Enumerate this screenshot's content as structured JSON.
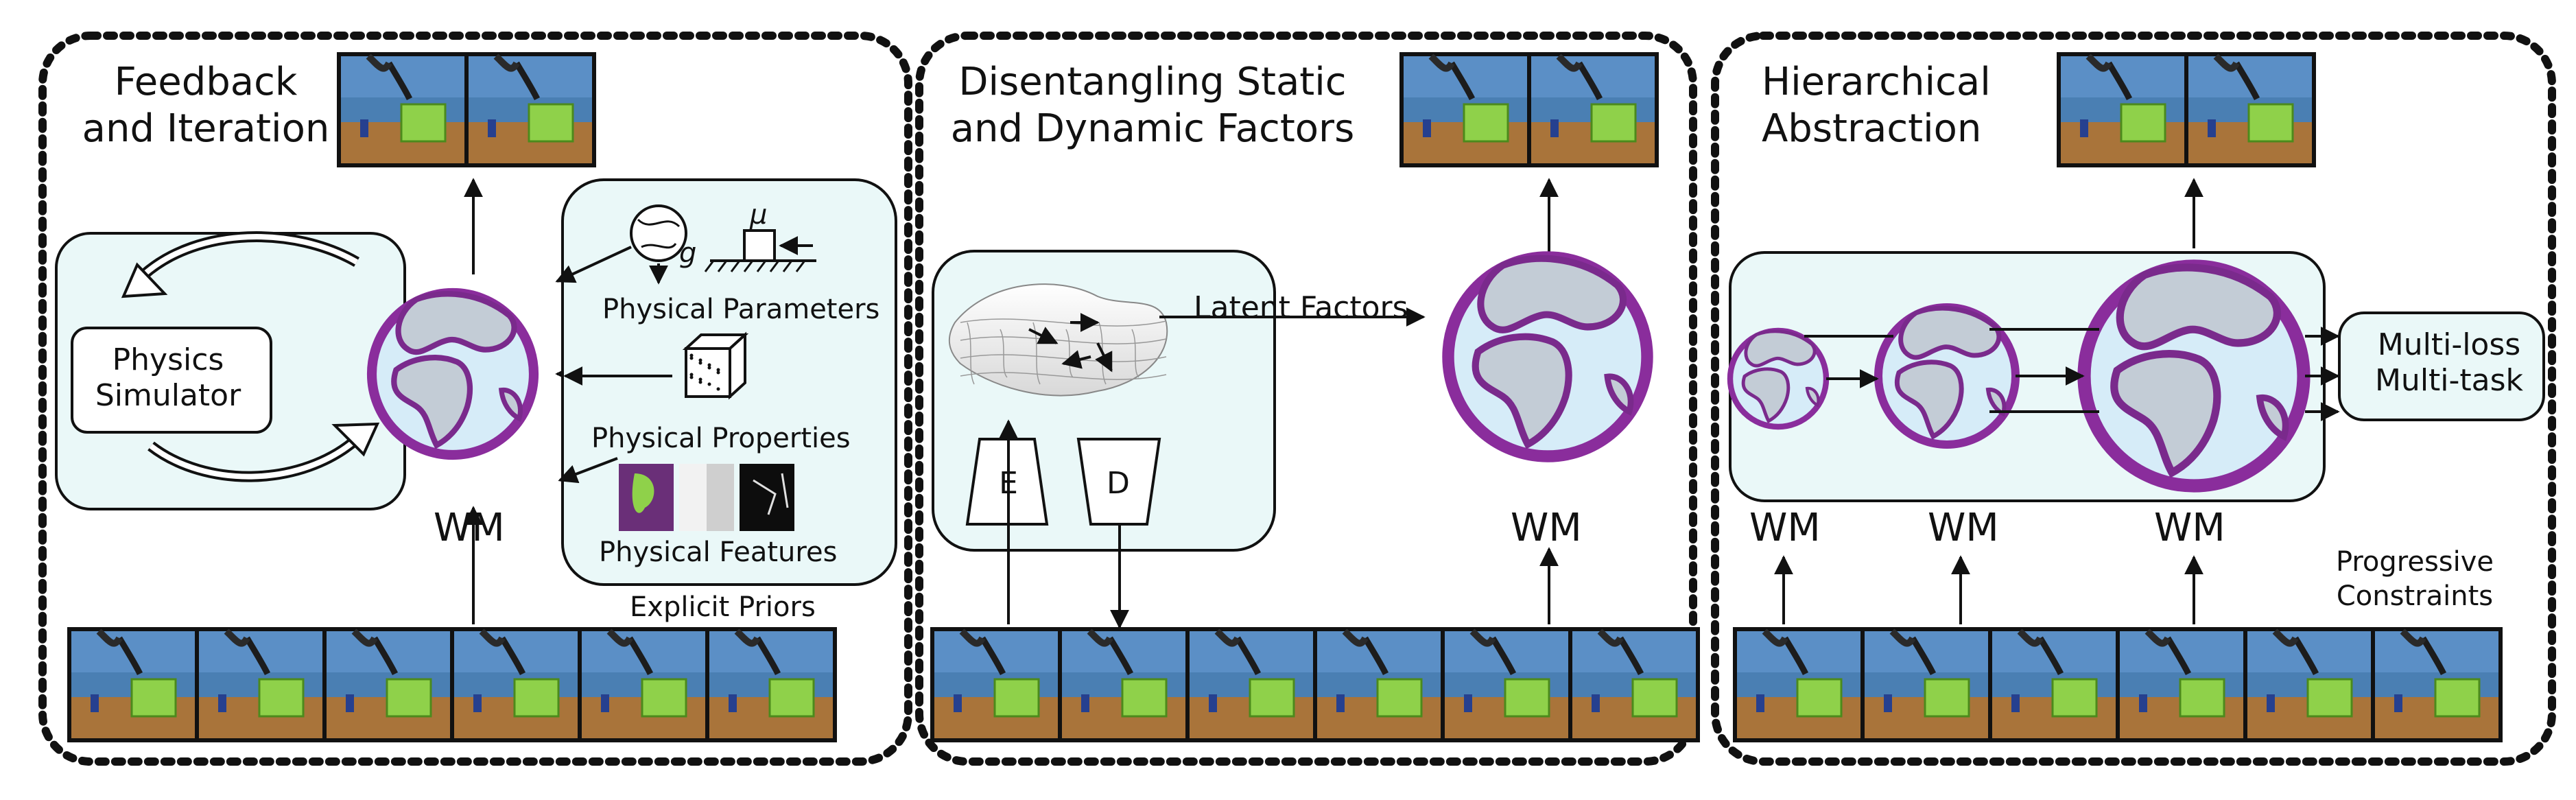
{
  "panels": [
    {
      "title_lines": [
        "Feedback",
        "and Iteration"
      ],
      "simulator_lines": [
        "Physics",
        "Simulator"
      ],
      "wm_label": "WM",
      "priors": {
        "parameters_label": "Physical Parameters",
        "parameters_symbols": [
          "g",
          "μ"
        ],
        "properties_label": "Physical Properties",
        "features_label": "Physical Features",
        "box_label": "Explicit Priors"
      }
    },
    {
      "title_lines": [
        "Disentangling Static",
        "and Dynamic Factors"
      ],
      "latent_label": "Latent Factors",
      "encoder_label": "E",
      "decoder_label": "D",
      "wm_label": "WM"
    },
    {
      "title_lines": [
        "Hierarchical",
        "Abstraction"
      ],
      "wm_labels": [
        "WM",
        "WM",
        "WM"
      ],
      "output_lines": [
        "Multi-loss",
        "Multi-task"
      ],
      "constraint_lines": [
        "Progressive",
        "Constraints"
      ]
    }
  ],
  "colors": {
    "panel_border": "#111111",
    "module_fill": "#eaf8f8",
    "globe_outline": "#8a2d9c",
    "globe_ocean": "#d6ecf8",
    "globe_land": "#c3ccd6",
    "frame_wall": "#4a7fb3",
    "frame_floor": "#a9743a",
    "basket": "#8fd14a"
  },
  "icons": [
    "globe-icon",
    "earth-gravity-icon",
    "friction-block-icon",
    "material-cube-icon",
    "feature-map-icon",
    "latent-manifold-icon",
    "robot-frame-icon"
  ]
}
